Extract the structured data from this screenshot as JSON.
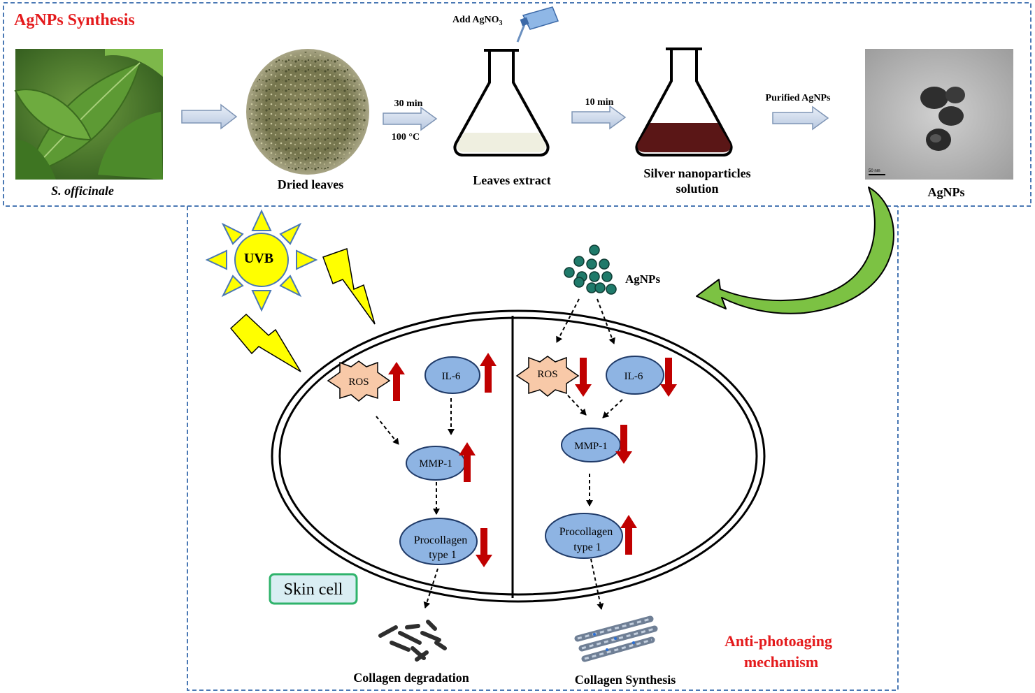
{
  "top_panel": {
    "title": "AgNPs Synthesis",
    "plant_label": "S. officinale",
    "dried_label": "Dried leaves",
    "step1_time": "30 min",
    "step1_temp": "100 °C",
    "add_reagent": "Add AgNO",
    "add_reagent_sub": "3",
    "extract_label": "Leaves extract",
    "step2_time": "10 min",
    "silver_label_1": "Silver nanoparticles",
    "silver_label_2": "solution",
    "purified_label": "Purified AgNPs",
    "tem_scale_text": "50 nm",
    "agnps_image_label": "AgNPs"
  },
  "bottom_panel": {
    "uvb_label": "UVB",
    "agnps_label": "AgNPs",
    "skin_cell_label": "Skin cell",
    "left": {
      "ros": "ROS",
      "il6": "IL-6",
      "mmp1": "MMP-1",
      "procollagen_1": "Procollagen",
      "procollagen_2": "type 1",
      "outcome": "Collagen degradation"
    },
    "right": {
      "ros": "ROS",
      "il6": "IL-6",
      "mmp1": "MMP-1",
      "procollagen_1": "Procollagen",
      "procollagen_2": "type 1",
      "outcome": "Collagen Synthesis"
    },
    "mechanism_1": "Anti-photoaging",
    "mechanism_2": "mechanism"
  },
  "colors": {
    "title_red": "#e41a1c",
    "dash_blue": "#4a78b4",
    "node_fill": "#8eb4e3",
    "node_stroke": "#1f3a68",
    "ros_fill": "#f8c9a8",
    "up_arrow": "#c00000",
    "green_arrow": "#7cc243",
    "sun_yellow": "#ffff00",
    "solution_brown": "#5a1616",
    "skin_border": "#2fb36b"
  }
}
